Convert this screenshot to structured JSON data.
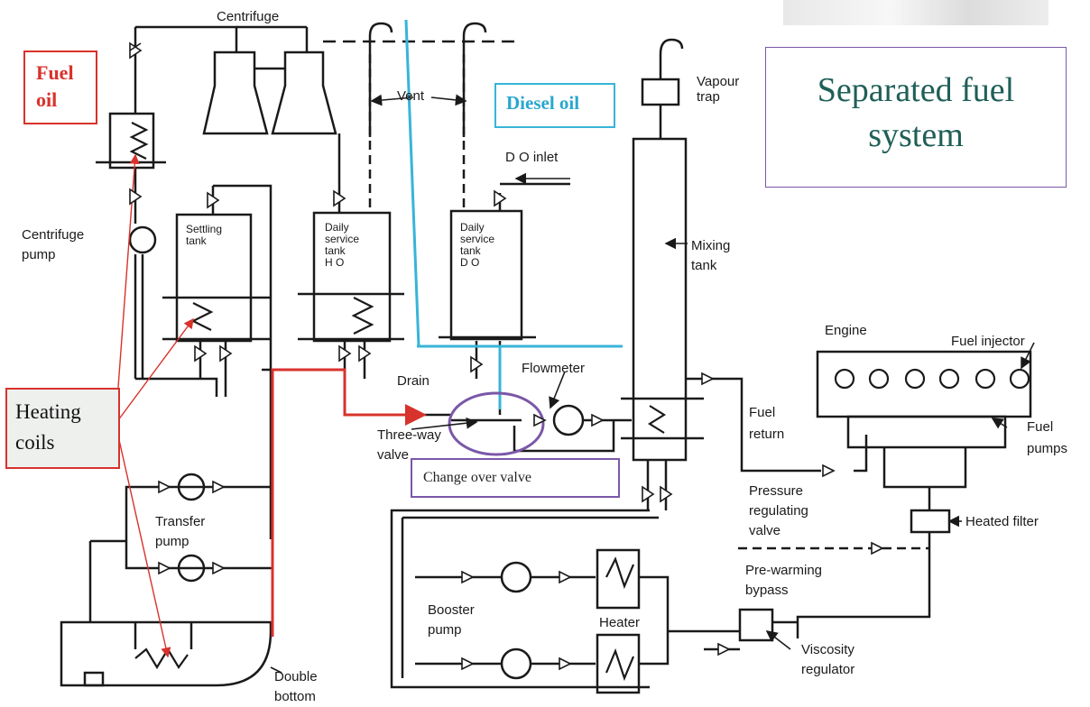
{
  "title": "Separated fuel\nsystem",
  "callouts": {
    "fuel_oil": "Fuel\noil",
    "diesel_oil": "Diesel oil",
    "heating_coils": "Heating\ncoils",
    "change_over_valve": "Change over valve"
  },
  "labels": {
    "centrifuge": "Centrifuge",
    "vent": "Vent",
    "vapour_trap": "Vapour\ntrap",
    "do_inlet": "D O  inlet",
    "centrifuge_pump": "Centrifuge\npump",
    "settling_tank": "Settling\ntank",
    "daily_service_ho": "Daily\nservice\ntank\nH O",
    "daily_service_do": "Daily\nservice\ntank\nD O",
    "mixing_tank": "Mixing\ntank",
    "engine": "Engine",
    "fuel_injector": "Fuel injector",
    "flowmeter": "Flowmeter",
    "drain": "Drain",
    "three_way_valve": "Three-way\nvalve",
    "fuel_return": "Fuel\nreturn",
    "fuel_pumps": "Fuel\npumps",
    "pressure_regulating_valve": "Pressure\nregulating\nvalve",
    "heated_filter": "Heated filter",
    "transfer_pump": "Transfer\npump",
    "pre_warming_bypass": "Pre-warming\nbypass",
    "booster_pump": "Booster\npump",
    "heater": "Heater",
    "viscosity_regulator": "Viscosity\nregulator",
    "double_bottom": "Double\nbottom"
  },
  "colors": {
    "line": "#1a1a1a",
    "fuel_oil_path": "#d8322c",
    "diesel_oil_path": "#38b4d8",
    "change_over": "#7a58a8",
    "title_text": "#1f5f58"
  }
}
